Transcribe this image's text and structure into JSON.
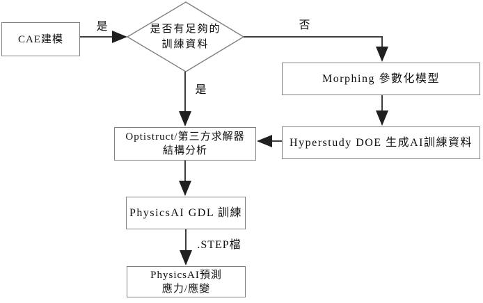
{
  "diagram": {
    "type": "flowchart",
    "background": "#ffffff",
    "line_color": "#3d3d3d",
    "border_color": "#808080",
    "text_color": "#0f0f0f"
  },
  "nodes": {
    "cae": {
      "label": "CAE建模"
    },
    "decision": {
      "line1": "是否有足夠的",
      "line2": "訓練資料"
    },
    "morphing": {
      "label": "Morphing 參數化模型"
    },
    "hyperstudy": {
      "label": "Hyperstudy DOE 生成AI訓練資料"
    },
    "optistruct": {
      "line1": "Optistruct/第三方求解器",
      "line2": "結構分析"
    },
    "gdl_training": {
      "label": "PhysicsAI GDL 訓練"
    },
    "prediction": {
      "line1": "PhysicsAI預測",
      "line2": "應力/應變"
    }
  },
  "edge_labels": {
    "cae_to_decision": "是",
    "decision_no": "否",
    "decision_yes": "是",
    "step_file": ".STEP檔"
  }
}
